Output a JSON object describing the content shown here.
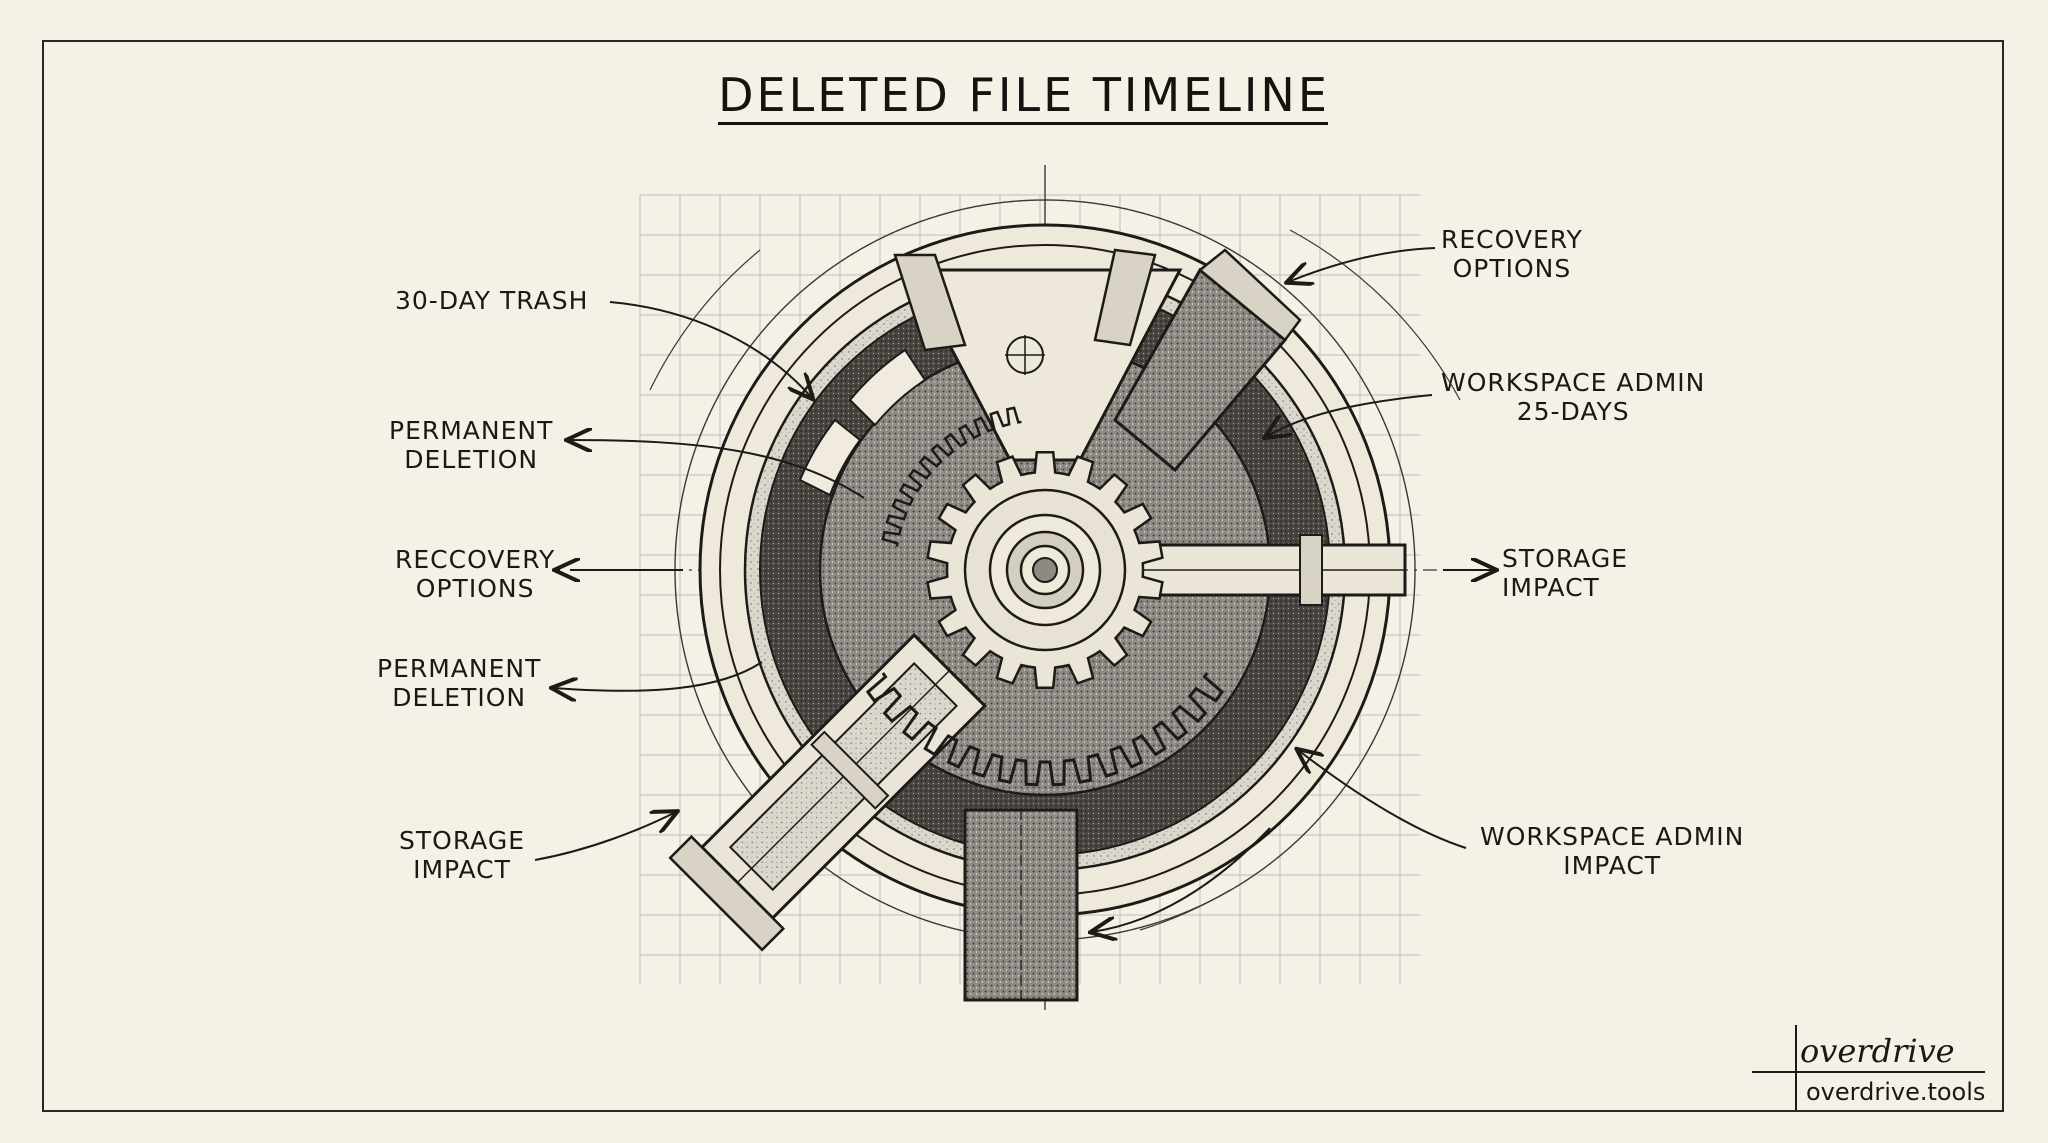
{
  "title": "DELETED FILE TIMELINE",
  "labels": {
    "thirty_day_trash": [
      "30-DAY TRASH"
    ],
    "permanent_deletion_1": [
      "PERMANENT",
      "DELETION"
    ],
    "reccovery_options": [
      "RECCOVERY",
      "OPTIONS"
    ],
    "permanent_deletion_2": [
      "PERMANENT",
      "DELETION"
    ],
    "storage_impact_left": [
      "STORAGE",
      "IMPACT"
    ],
    "recovery_options_right": [
      "RECOVERY",
      "OPTIONS"
    ],
    "workspace_admin_days": [
      "WORKSPACE ADMIN",
      "25-DAYS"
    ],
    "storage_impact_right": [
      "STORAGE",
      "IMPACT"
    ],
    "workspace_admin_impact": [
      "WORKSPACE ADMIN",
      "IMPACT"
    ]
  },
  "brand": {
    "mark": "overdrive",
    "url": "overdrive.tools"
  },
  "colors": {
    "paper": "#f6f1e6",
    "ink": "#1d1b18",
    "grid": "#c9c7c2"
  }
}
